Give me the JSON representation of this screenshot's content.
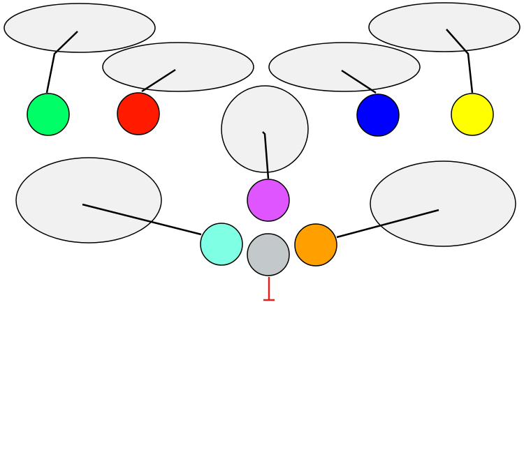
{
  "nodes": [
    {
      "id": "green",
      "color": "#00ff66"
    },
    {
      "id": "red",
      "color": "#ff1a00"
    },
    {
      "id": "blue",
      "color": "#0000ff"
    },
    {
      "id": "yellow",
      "color": "#ffff00"
    },
    {
      "id": "magenta",
      "color": "#df55ff"
    },
    {
      "id": "aquamarine",
      "color": "#7fffe3"
    },
    {
      "id": "gray",
      "color": "#c3c9cb"
    },
    {
      "id": "orange",
      "color": "#ffa000"
    }
  ],
  "bubbles": [
    {
      "id": "top-left"
    },
    {
      "id": "upper-left"
    },
    {
      "id": "upper-center"
    },
    {
      "id": "top-right"
    },
    {
      "id": "center"
    },
    {
      "id": "left-large"
    },
    {
      "id": "right-large"
    }
  ],
  "connections": [
    {
      "from": "top-left",
      "to": "green"
    },
    {
      "from": "upper-left",
      "to": "red"
    },
    {
      "from": "upper-center",
      "to": "blue"
    },
    {
      "from": "top-right",
      "to": "yellow"
    },
    {
      "from": "center",
      "to": "magenta"
    },
    {
      "from": "left-large",
      "to": "aquamarine"
    },
    {
      "from": "right-large",
      "to": "orange"
    }
  ],
  "inhibition": {
    "from": "gray",
    "color": "#e0201f"
  }
}
